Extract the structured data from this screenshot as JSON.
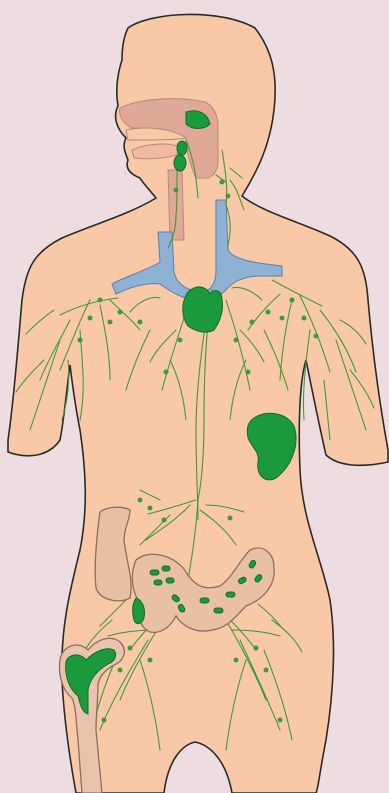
{
  "colors": {
    "background": "#eddde1",
    "skin": "#f9c9a7",
    "outline": "#2a2a2a",
    "lymph_vessel": "#3e9a3a",
    "lymph_organ": "#1a9a3a",
    "airway": "#dfa898",
    "vein": "#8fb1d4",
    "intestine": "#e9c0a6",
    "bone": "#e8c3ad"
  },
  "parts": [
    {
      "id": "tonsil",
      "icon": "lymph-organ"
    },
    {
      "id": "cervical-nodes",
      "icon": "lymph-organ"
    },
    {
      "id": "thymus",
      "icon": "lymph-organ"
    },
    {
      "id": "spleen",
      "icon": "lymph-organ"
    },
    {
      "id": "peyers-patches",
      "icon": "lymph-organ"
    },
    {
      "id": "appendix",
      "icon": "lymph-organ"
    },
    {
      "id": "bone-marrow",
      "icon": "lymph-organ"
    },
    {
      "id": "subclavian-veins",
      "icon": "vein"
    },
    {
      "id": "thoracic-duct",
      "icon": "lymph-vessel"
    }
  ]
}
